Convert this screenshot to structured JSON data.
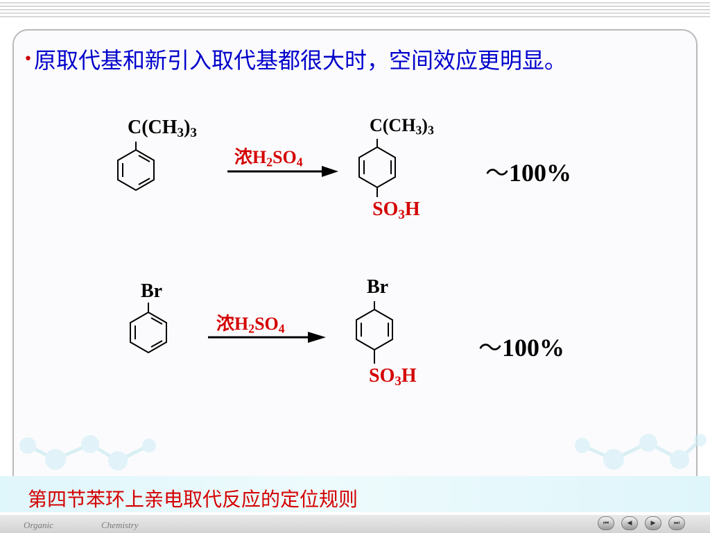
{
  "slide": {
    "bullet": "原取代基和新引入取代基都很大时，空间效应更明显。",
    "footer_title": "第四节苯环上亲电取代反应的定位规则",
    "bottom_words": [
      "Organic",
      "Chemistry"
    ]
  },
  "reactions": [
    {
      "reactant_substituent": {
        "main": "C(CH",
        "sub1": "3",
        "mid": ")",
        "sub2": "3"
      },
      "reagent": {
        "prefix": "浓H",
        "sub1": "2",
        "mid": "SO",
        "sub2": "4"
      },
      "product_top": {
        "main": "C(CH",
        "sub1": "3",
        "mid": ")",
        "sub2": "3"
      },
      "product_bottom": {
        "main": "SO",
        "sub": "3",
        "tail": "H"
      },
      "yield": {
        "tilde": "～",
        "value": "100%"
      }
    },
    {
      "reactant_substituent": {
        "main": "Br"
      },
      "reagent": {
        "prefix": "浓H",
        "sub1": "2",
        "mid": "SO",
        "sub2": "4"
      },
      "product_top": {
        "main": "Br"
      },
      "product_bottom": {
        "main": "SO",
        "sub": "3",
        "tail": "H"
      },
      "yield": {
        "tilde": "～",
        "value": "100%"
      }
    }
  ],
  "navigation": {
    "buttons": [
      "⏮",
      "◀",
      "▶",
      "⏭"
    ]
  },
  "colors": {
    "bullet_text": "#0000cc",
    "reagent_red": "#d40000",
    "footer_red": "#d40000",
    "footer_band": "#dff6fb"
  }
}
